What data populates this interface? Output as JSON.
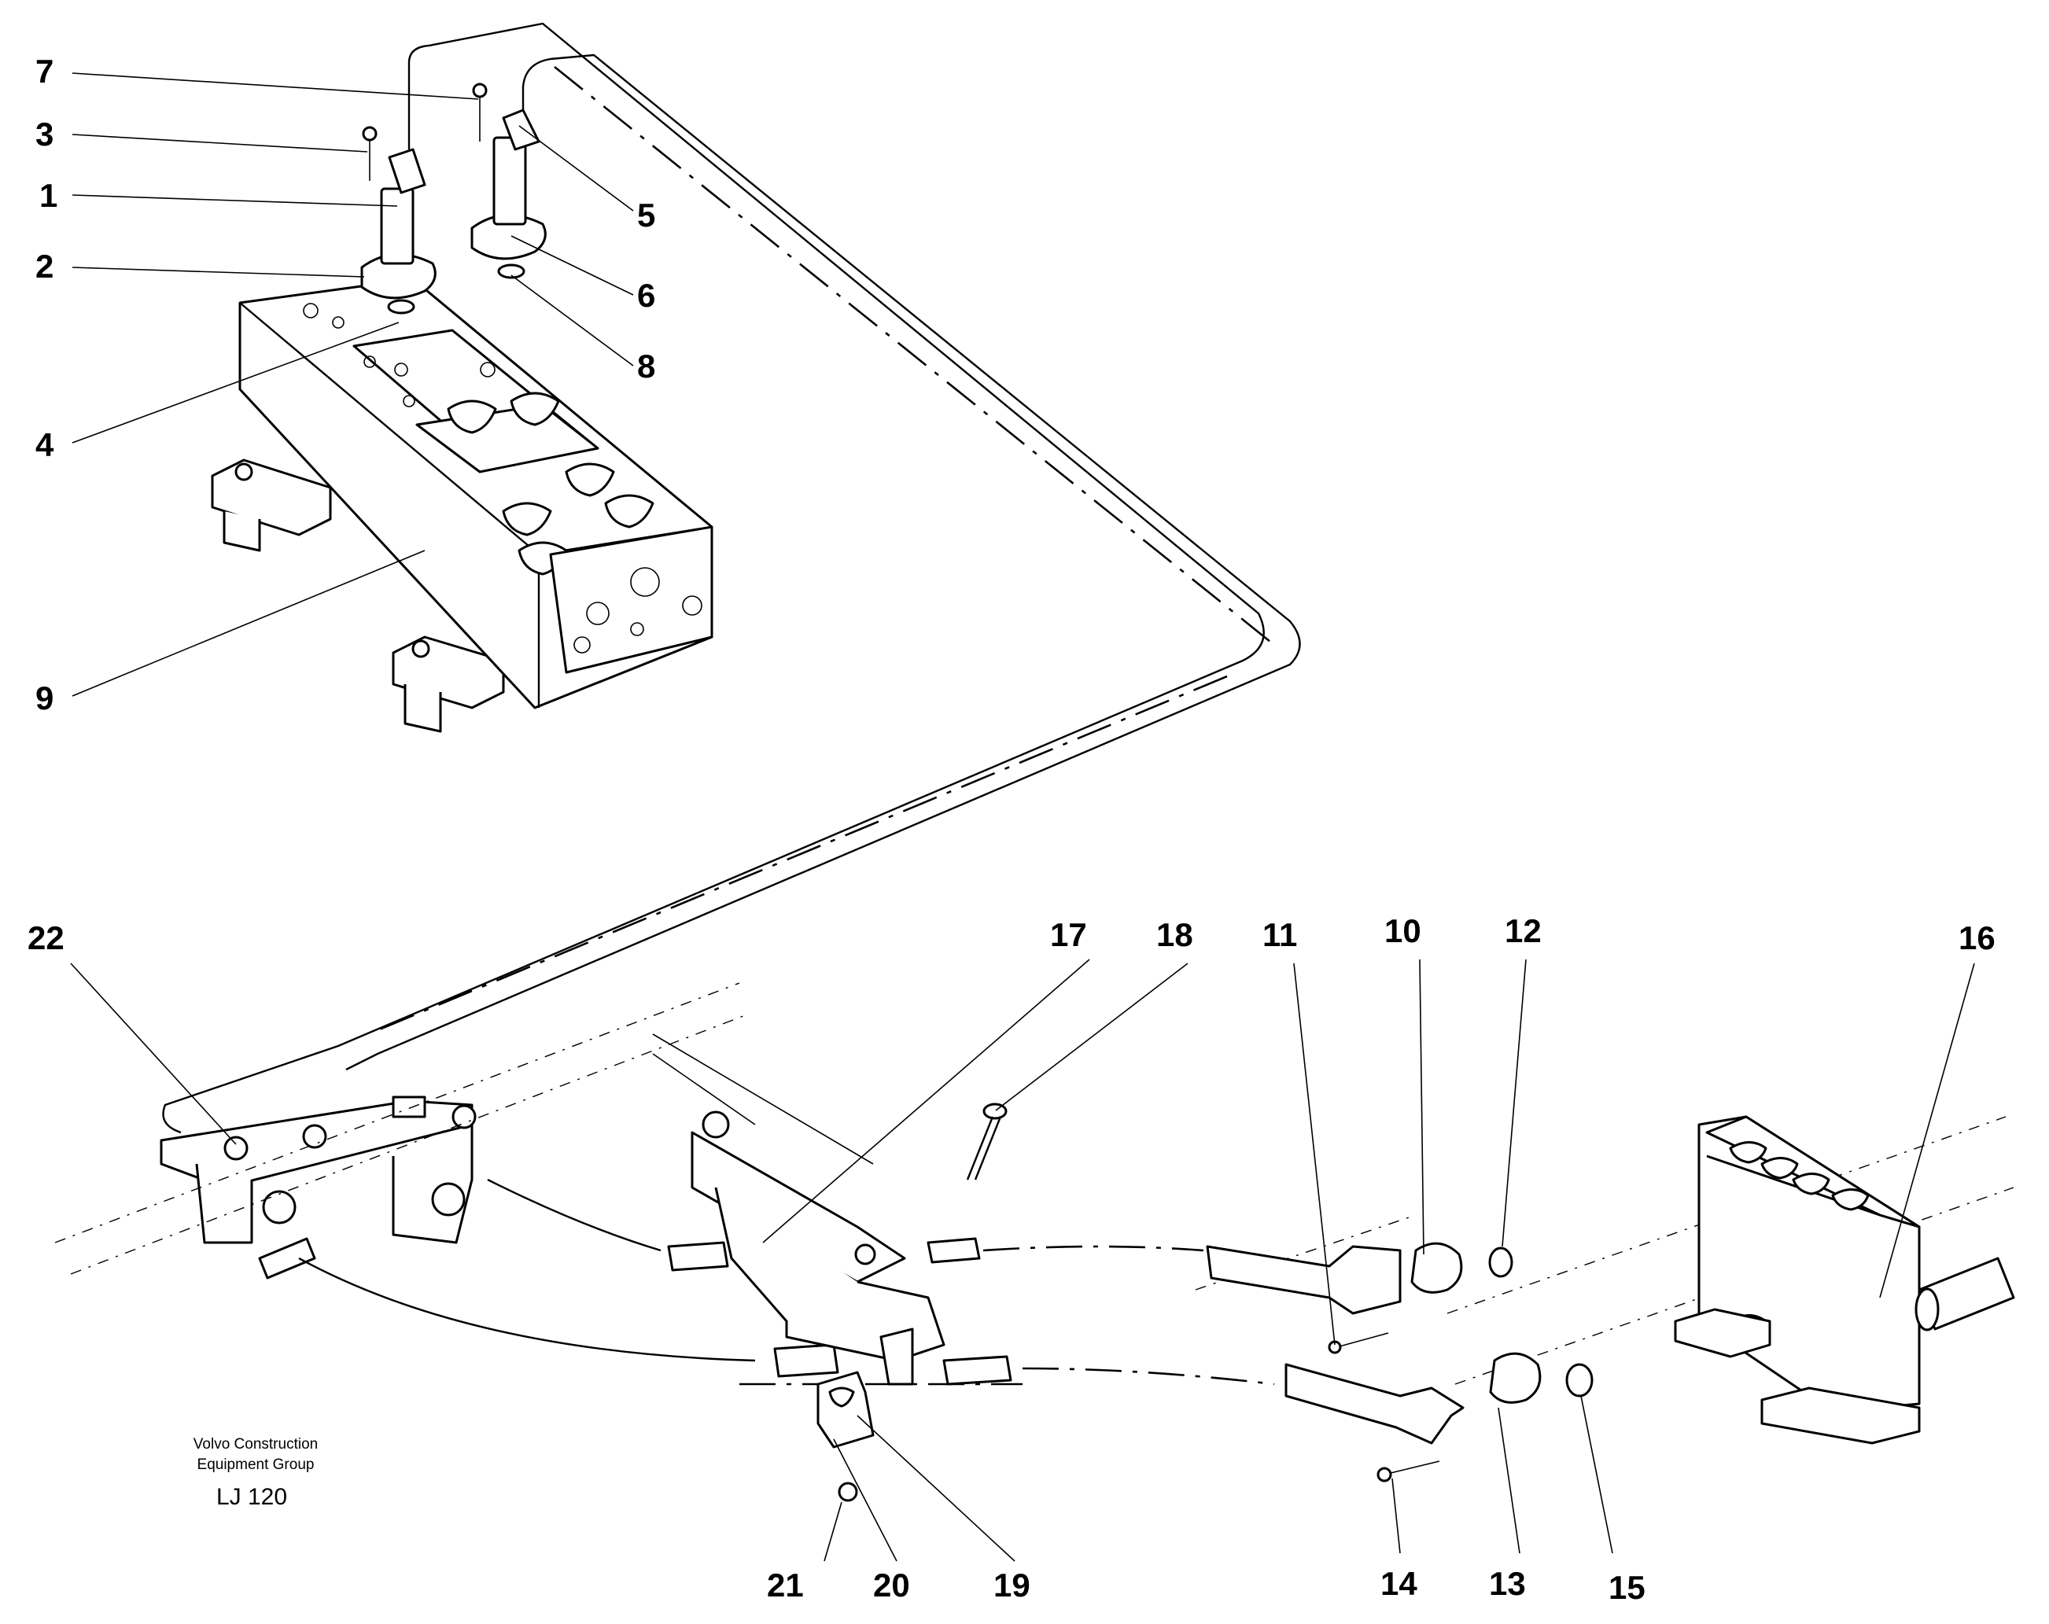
{
  "callouts": {
    "c1": "1",
    "c2": "2",
    "c3": "3",
    "c4": "4",
    "c5": "5",
    "c6": "6",
    "c7": "7",
    "c8": "8",
    "c9": "9",
    "c10": "10",
    "c11": "11",
    "c12": "12",
    "c13": "13",
    "c14": "14",
    "c15": "15",
    "c16": "16",
    "c17": "17",
    "c18": "18",
    "c19": "19",
    "c20": "20",
    "c21": "21",
    "c22": "22"
  },
  "credit": {
    "line1": "Volvo Construction",
    "line2": "Equipment Group",
    "code": "LJ 120"
  }
}
